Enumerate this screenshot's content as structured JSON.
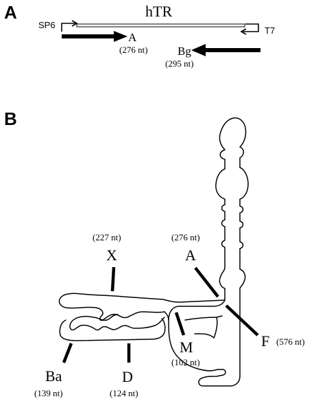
{
  "panel_a": {
    "letter": "A",
    "title": "hTR",
    "promoter_left": "SP6",
    "promoter_right": "T7",
    "probe_a": {
      "name": "A",
      "size": "(276 nt)"
    },
    "probe_bg": {
      "name": "Bg",
      "size": "(295 nt)"
    }
  },
  "panel_b": {
    "letter": "B",
    "probes": {
      "x": {
        "name": "X",
        "size": "(227 nt)"
      },
      "a": {
        "name": "A",
        "size": "(276 nt)"
      },
      "ba": {
        "name": "Ba",
        "size": "(139 nt)"
      },
      "d": {
        "name": "D",
        "size": "(124 nt)"
      },
      "m": {
        "name": "M",
        "size": "(102 nt)"
      },
      "f": {
        "name": "F",
        "size": "(576 nt)"
      }
    }
  }
}
